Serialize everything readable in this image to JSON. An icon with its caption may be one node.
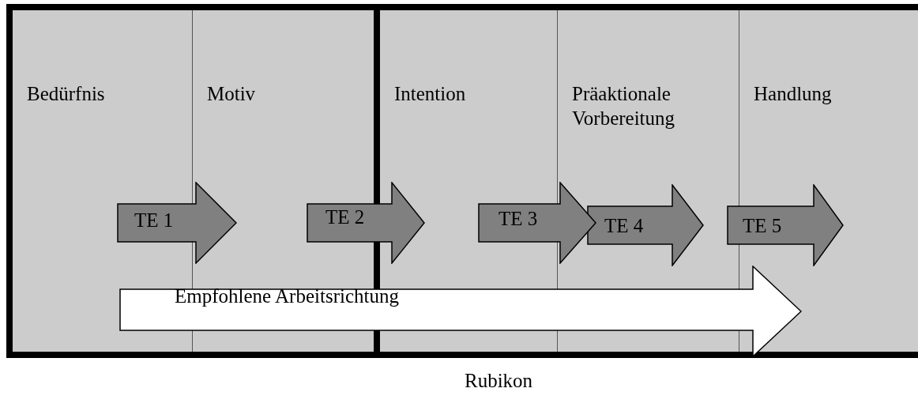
{
  "diagram": {
    "nodes": [
      {
        "text": [
          "Bedürfnis"
        ]
      },
      {
        "text": [
          "Motiv"
        ]
      },
      {
        "text": [
          "Intention"
        ]
      },
      {
        "text": [
          "Präaktionale Vorbereitung"
        ]
      },
      {
        "text": [
          "Handlung"
        ]
      },
      {
        "text": [
          "TE 1"
        ]
      },
      {
        "text": [
          "TE 2"
        ]
      },
      {
        "text": [
          "TE 3"
        ]
      },
      {
        "text": [
          "TE 4"
        ],
        "in": 3
      },
      {
        "text": [
          "TE 5"
        ]
      },
      {
        "text": [
          "Empfohlene Arbeitsrichtung"
        ]
      }
    ],
    "edges": [],
    "labels": [
      "Rubikon"
    ]
  }
}
